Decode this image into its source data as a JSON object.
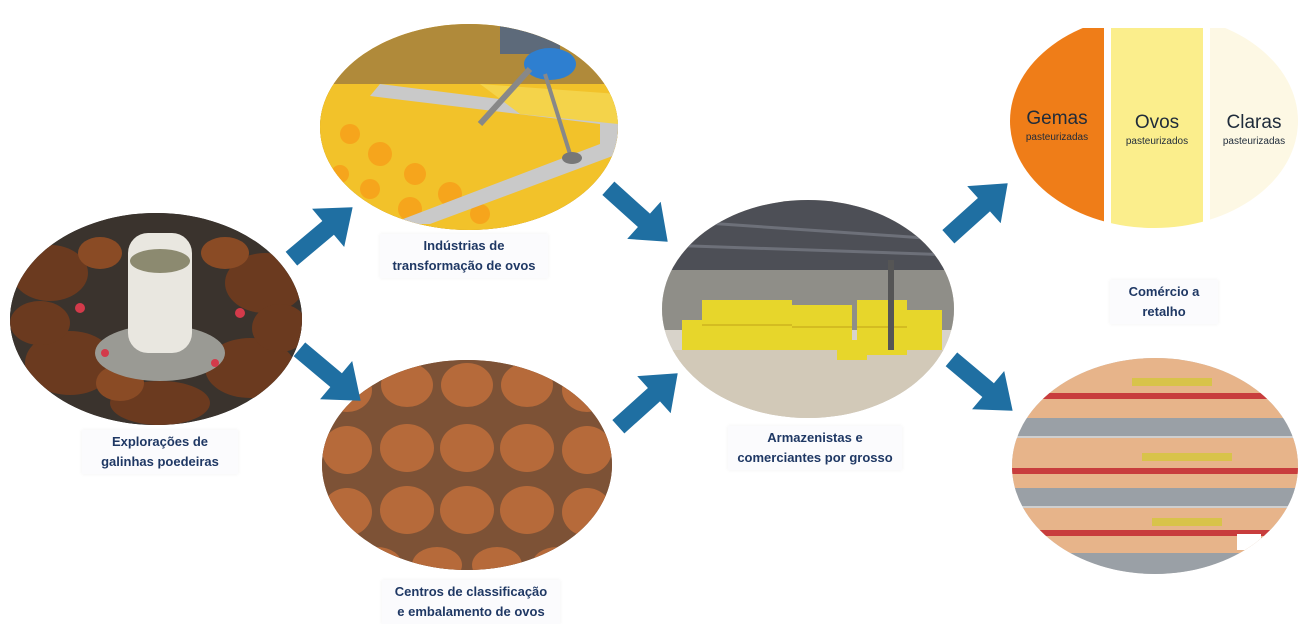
{
  "colors": {
    "arrow": "#1f6fa2",
    "label_text": "#1f3864",
    "gemas": "#ef7d18",
    "ovos": "#fbee8c",
    "claras": "#fdf8e4"
  },
  "nodes": {
    "farms": {
      "image": "hens-feeding-photo",
      "label": [
        "Explorações de",
        "galinhas poedeiras"
      ]
    },
    "processing": {
      "image": "egg-processing-photo",
      "label": [
        "Indústrias de",
        "transformação de ovos"
      ]
    },
    "grading": {
      "image": "egg-tray-photo",
      "label": [
        "Centros de classificação",
        "e embalamento de ovos"
      ]
    },
    "wholesale": {
      "image": "warehouse-photo",
      "label": [
        "Armazenistas e",
        "comerciantes por grosso"
      ]
    },
    "retail": {
      "label": [
        "Comércio a",
        "retalho"
      ]
    },
    "products": {
      "image": "pasteurized-cartons",
      "items": [
        {
          "name": "Gemas",
          "sub": "pasteurizadas"
        },
        {
          "name": "Ovos",
          "sub": "pasteurizados"
        },
        {
          "name": "Claras",
          "sub": "pasteurizadas"
        }
      ]
    },
    "shelves": {
      "image": "supermarket-egg-shelves-photo"
    }
  }
}
